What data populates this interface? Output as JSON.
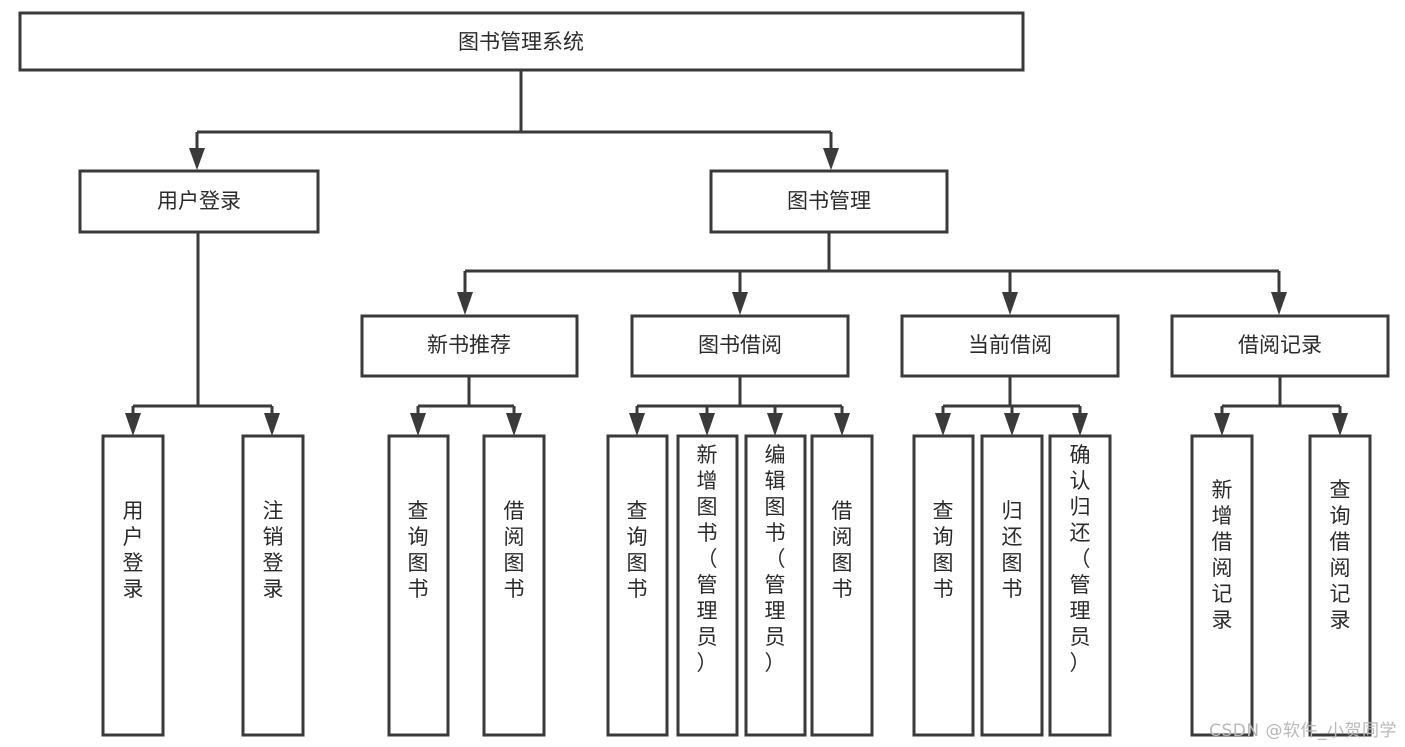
{
  "diagram": {
    "title": "图书管理系统",
    "type": "tree-hierarchy",
    "watermark": "CSDN @软件_小贺同学",
    "colors": {
      "stroke": "#3a3a3a",
      "fill": "#ffffff",
      "text": "#2b2b2b",
      "watermark": "#b9b9b9",
      "background": "#ffffff"
    },
    "nodes": {
      "root": {
        "label": "图书管理系统",
        "orientation": "horizontal"
      },
      "level2": [
        {
          "id": "user-login",
          "label": "用户登录",
          "orientation": "horizontal"
        },
        {
          "id": "book-manage",
          "label": "图书管理",
          "orientation": "horizontal"
        }
      ],
      "level3": [
        {
          "id": "new-book-rec",
          "label": "新书推荐",
          "orientation": "horizontal"
        },
        {
          "id": "book-borrow",
          "label": "图书借阅",
          "orientation": "horizontal"
        },
        {
          "id": "current-borrow",
          "label": "当前借阅",
          "orientation": "horizontal"
        },
        {
          "id": "borrow-record",
          "label": "借阅记录",
          "orientation": "horizontal"
        }
      ],
      "leaves": [
        {
          "id": "leaf-user-login",
          "label": "用户登录",
          "parent": "user-login",
          "orientation": "vertical"
        },
        {
          "id": "leaf-logout",
          "label": "注销登录",
          "parent": "user-login",
          "orientation": "vertical"
        },
        {
          "id": "leaf-query-book-1",
          "label": "查询图书",
          "parent": "new-book-rec",
          "orientation": "vertical"
        },
        {
          "id": "leaf-borrow-book-1",
          "label": "借阅图书",
          "parent": "new-book-rec",
          "orientation": "vertical"
        },
        {
          "id": "leaf-query-book-2",
          "label": "查询图书",
          "parent": "book-borrow",
          "orientation": "vertical"
        },
        {
          "id": "leaf-add-book",
          "label": "新增图书（管理员）",
          "parent": "book-borrow",
          "orientation": "vertical"
        },
        {
          "id": "leaf-edit-book",
          "label": "编辑图书（管理员）",
          "parent": "book-borrow",
          "orientation": "vertical"
        },
        {
          "id": "leaf-borrow-book-2",
          "label": "借阅图书",
          "parent": "book-borrow",
          "orientation": "vertical"
        },
        {
          "id": "leaf-query-book-3",
          "label": "查询图书",
          "parent": "current-borrow",
          "orientation": "vertical"
        },
        {
          "id": "leaf-return-book",
          "label": "归还图书",
          "parent": "current-borrow",
          "orientation": "vertical"
        },
        {
          "id": "leaf-confirm-return",
          "label": "确认归还（管理员）",
          "parent": "current-borrow",
          "orientation": "vertical"
        },
        {
          "id": "leaf-add-record",
          "label": "新增借阅记录",
          "parent": "borrow-record",
          "orientation": "vertical"
        },
        {
          "id": "leaf-query-record",
          "label": "查询借阅记录",
          "parent": "borrow-record",
          "orientation": "vertical"
        }
      ]
    }
  }
}
